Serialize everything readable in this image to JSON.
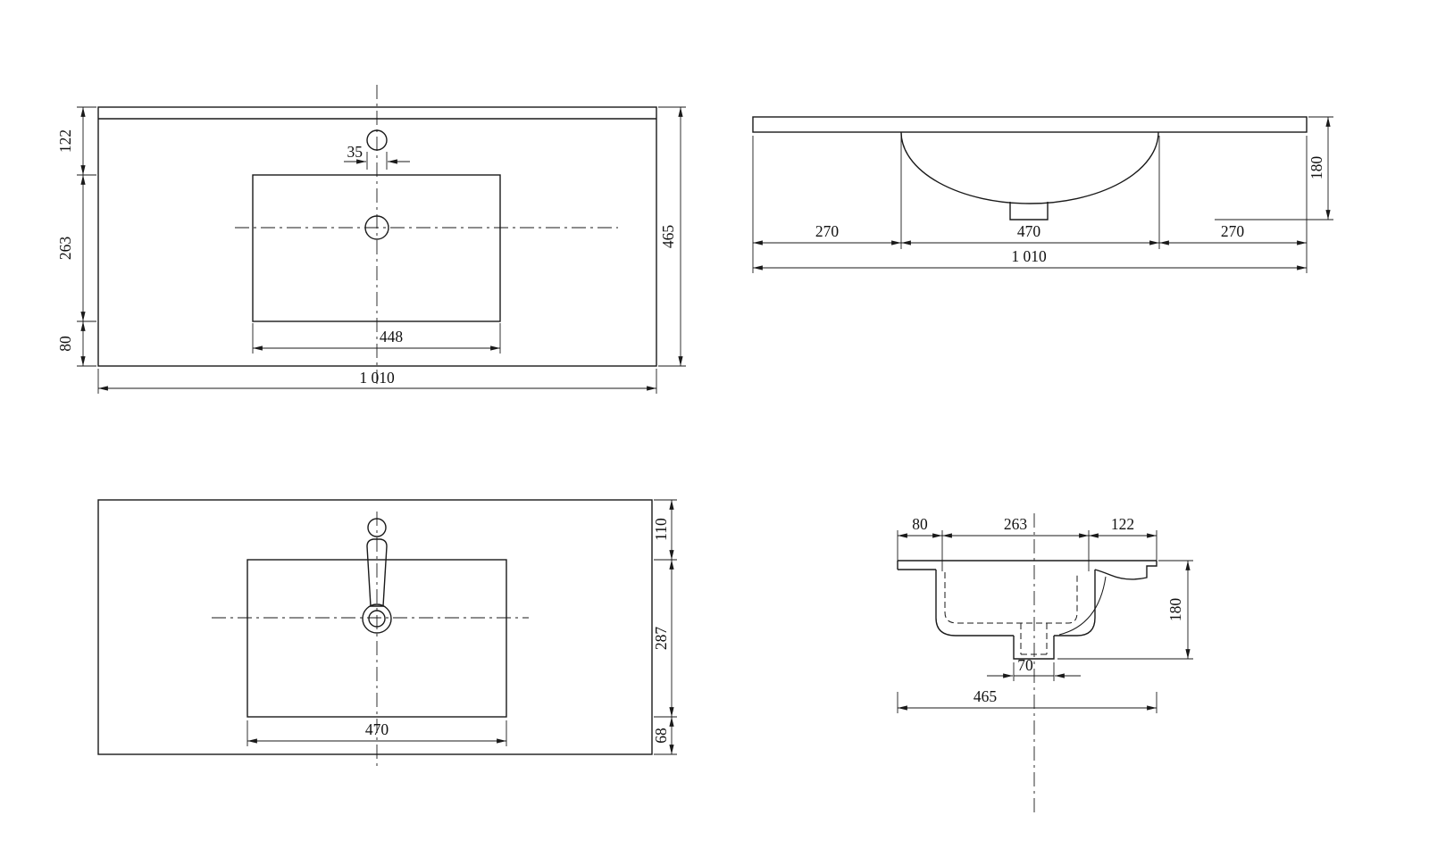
{
  "drawing": {
    "background": "#ffffff",
    "line_color": "#1a1a1a"
  },
  "views": {
    "plan": {
      "dims": {
        "hole_dia": "35",
        "seg_122": "122",
        "seg_263": "263",
        "seg_80": "80",
        "basin_w": "448",
        "total_w": "1 010",
        "total_d": "465"
      }
    },
    "front": {
      "dims": {
        "left_off": "270",
        "basin_w": "470",
        "right_off": "270",
        "total_w": "1 010",
        "height": "180"
      }
    },
    "bottom": {
      "dims": {
        "seg_110": "110",
        "seg_287": "287",
        "seg_68": "68",
        "basin_w": "470"
      }
    },
    "section": {
      "dims": {
        "seg_80": "80",
        "seg_263": "263",
        "seg_122": "122",
        "height": "180",
        "drain_w": "70",
        "total_d": "465"
      }
    }
  }
}
